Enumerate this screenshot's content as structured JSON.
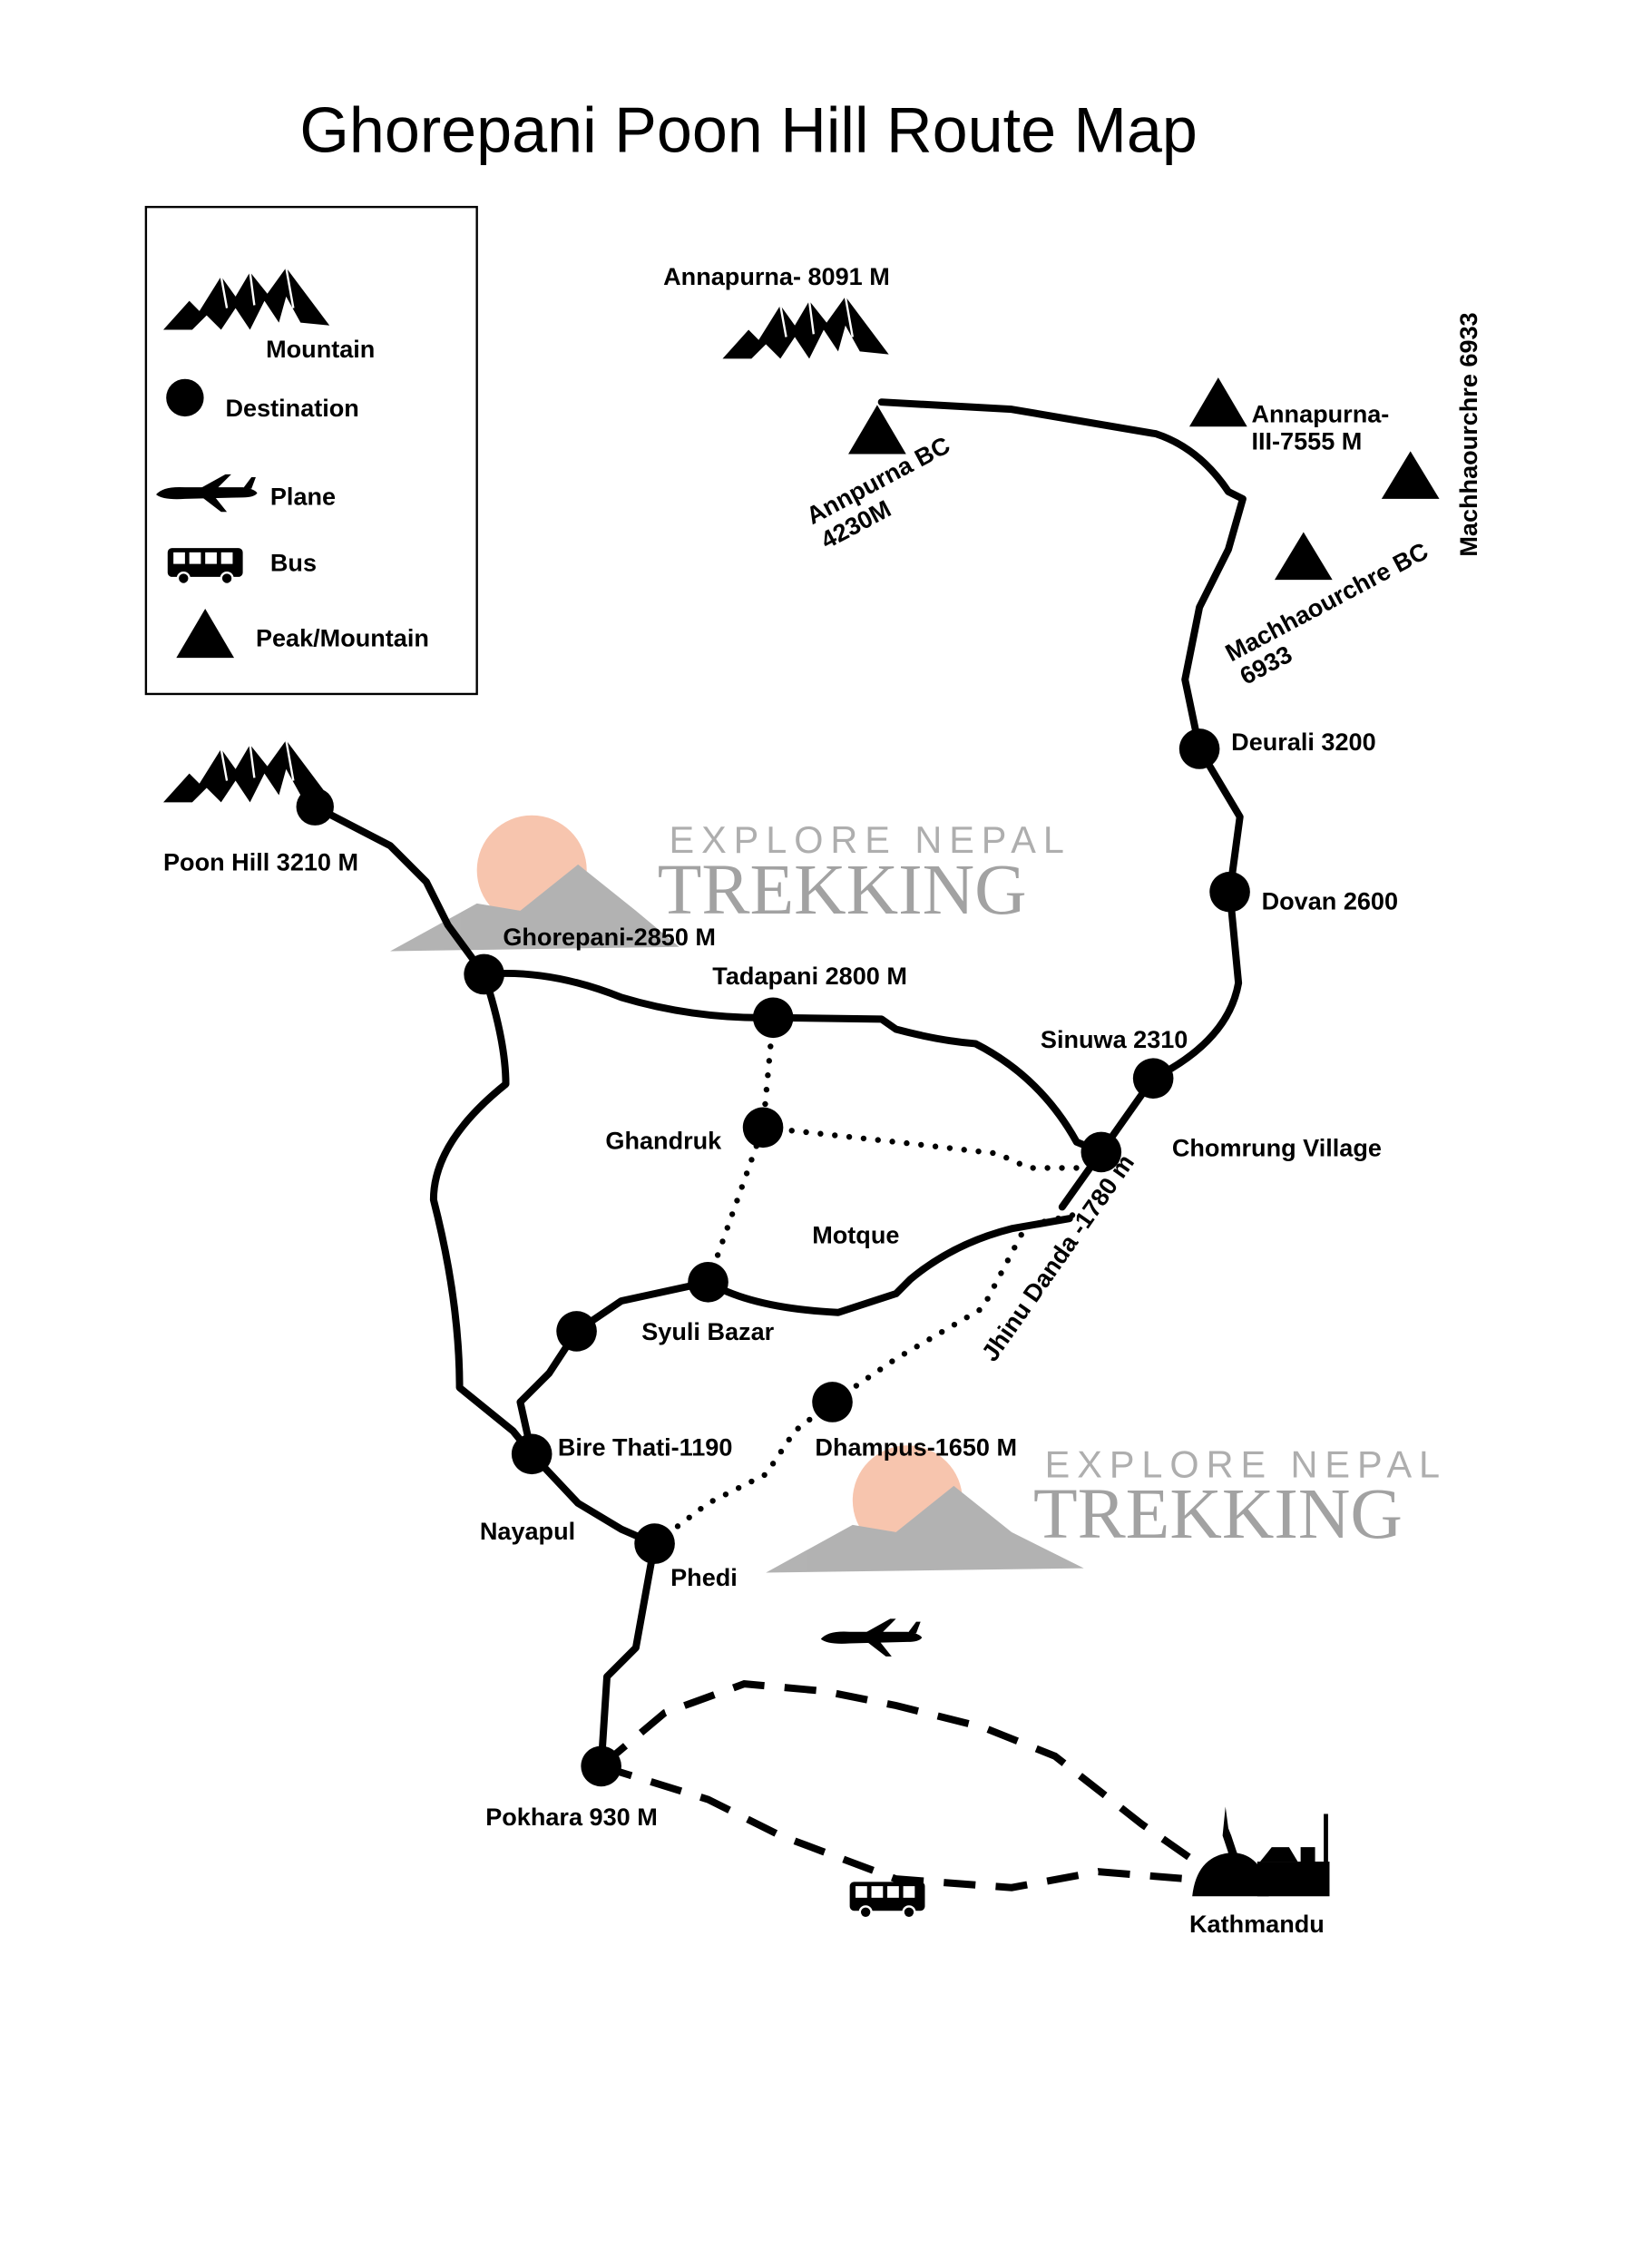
{
  "title": "Ghorepani Poon Hill Route Map",
  "legend": {
    "mountain": "Mountain",
    "destination": "Destination",
    "plane": "Plane",
    "bus": "Bus",
    "peak": "Peak/Mountain"
  },
  "watermark": {
    "line1": "EXPLORE NEPAL",
    "line2": "TREKKING",
    "sun_color": "#f4a582"
  },
  "places": {
    "poon_hill": "Poon Hill 3210 M",
    "ghorepani": "Ghorepani-2850 M",
    "tadapani": "Tadapani 2800 M",
    "ghandruk": "Ghandruk",
    "motque": "Motque",
    "syuli_bazar": "Syuli Bazar",
    "bire_thati": "Bire Thati-1190",
    "nayapul": "Nayapul",
    "phedi": "Phedi",
    "dhampus": "Dhampus-1650 M",
    "pokhara": "Pokhara 930 M",
    "kathmandu": "Kathmandu",
    "chomrung": "Chomrung Village",
    "sinuwa": "Sinuwa 2310",
    "dovan": "Dovan 2600",
    "deurali": "Deurali 3200",
    "jhinu": "Jhinu Danda -1780 m"
  },
  "peaks": {
    "annapurna": "Annapurna- 8091 M",
    "abc_1": "Annpurna BC",
    "abc_2": "4230M",
    "a3_1": "Annapurna-",
    "a3_2": "III-7555 M",
    "mbc_1": "Machhaourchre BC",
    "mbc_2": "6933",
    "machha": "Machhaourchre 6933"
  }
}
